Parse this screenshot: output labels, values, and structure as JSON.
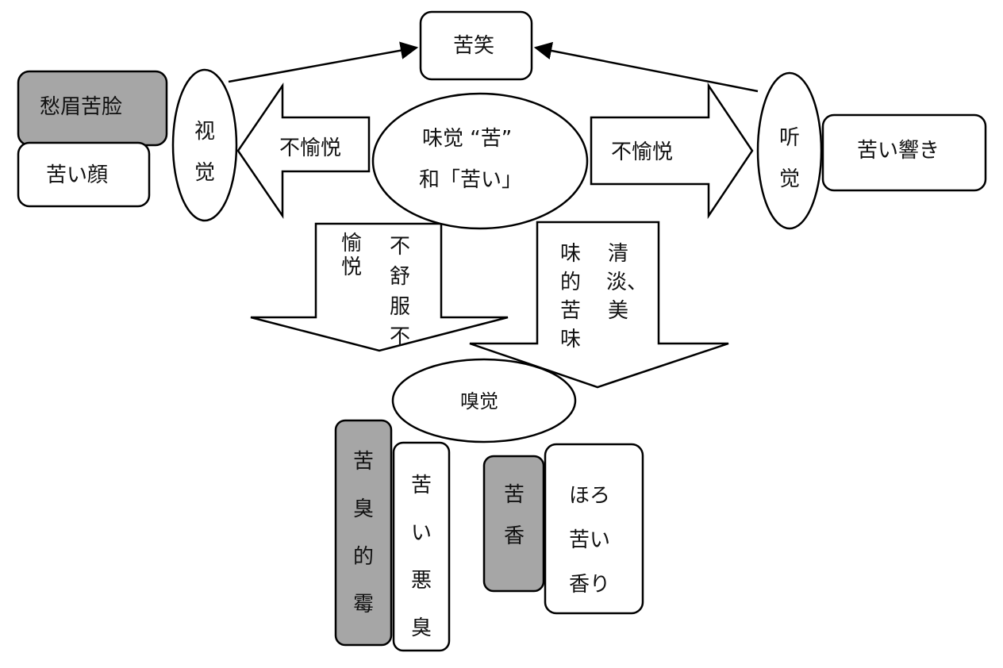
{
  "center": {
    "line1": "味觉 “苦”",
    "line2": "和「苦い」"
  },
  "top": {
    "label": "苦笑"
  },
  "left": {
    "sense": "视觉",
    "arrow_label": "不愉悦",
    "grey_box": "愁眉苦脸",
    "white_box": "苦い顔"
  },
  "right": {
    "sense": "听觉",
    "arrow_label": "不愉悦",
    "box": "苦い響き"
  },
  "down_left": {
    "col1": "不舒服不",
    "col2": "愉悦"
  },
  "down_right": {
    "col1": "清淡、美",
    "col2": "味的苦味"
  },
  "smell": {
    "label": "嗅觉",
    "grey_box_1": "苦臭的霉",
    "white_box_1": "苦い悪臭",
    "grey_box_2": "苦香",
    "white_box_2": "ほろ\n苦い\n香り"
  },
  "colors": {
    "grey_fill": "#a6a6a6",
    "stroke": "#000000",
    "background": "#ffffff"
  }
}
